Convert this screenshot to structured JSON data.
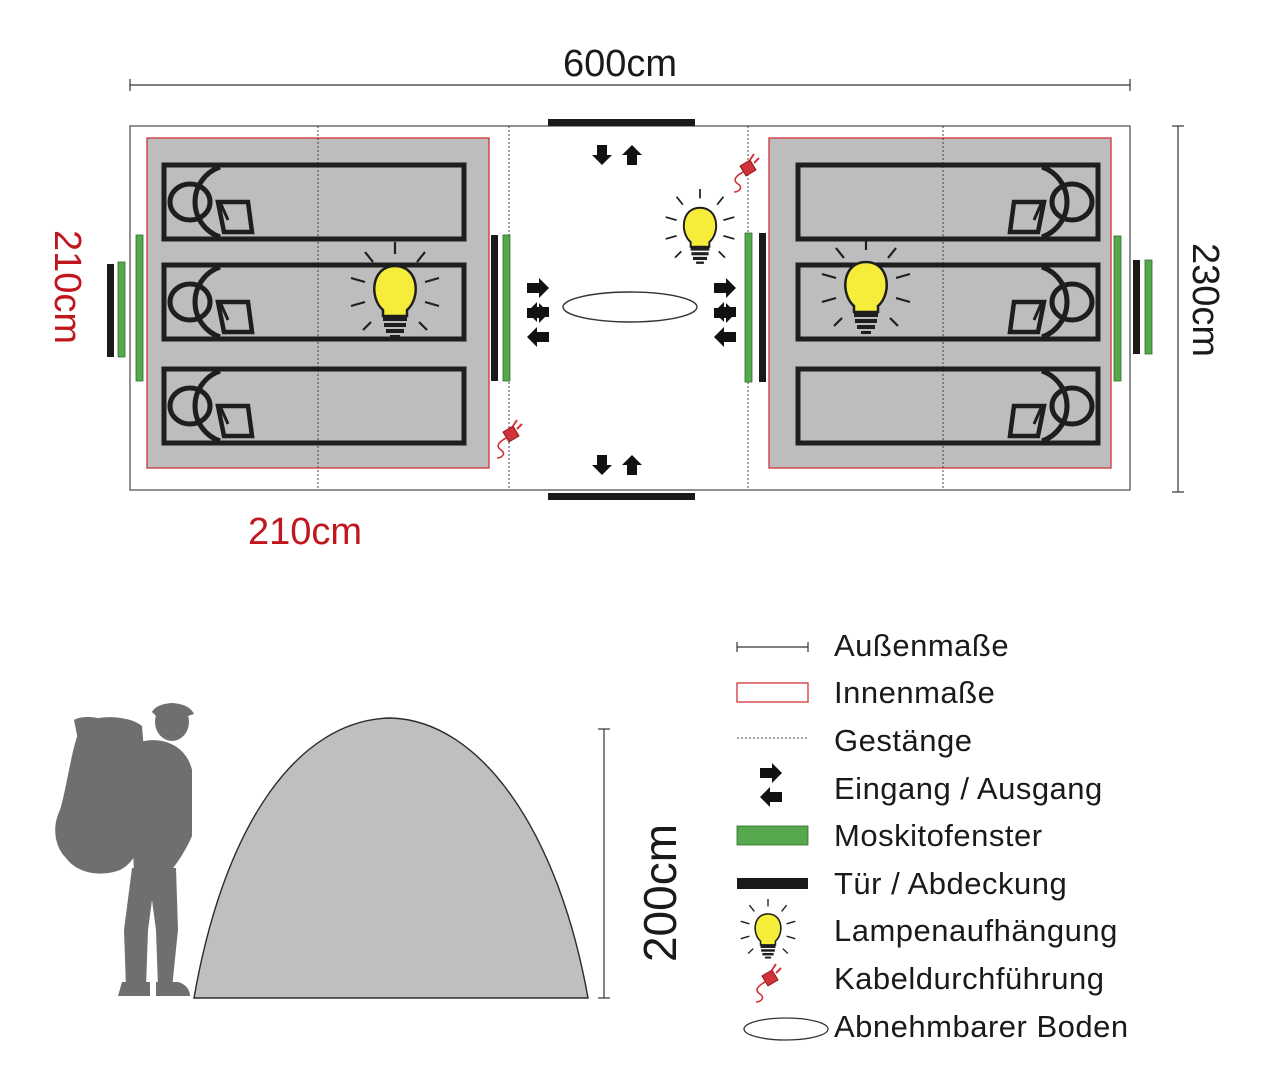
{
  "dimensions": {
    "total_length": "600cm",
    "total_width": "230cm",
    "cabin_depth": "210cm",
    "cabin_length": "210cm",
    "height": "200cm"
  },
  "legend": [
    {
      "icon": "dimension-line-icon",
      "label": "Außenmaße"
    },
    {
      "icon": "red-rectangle-icon",
      "label": "Innenmaße"
    },
    {
      "icon": "dotted-line-icon",
      "label": "Gestänge"
    },
    {
      "icon": "entrance-arrows-icon",
      "label": "Eingang / Ausgang"
    },
    {
      "icon": "green-bar-icon",
      "label": "Moskitofenster"
    },
    {
      "icon": "black-bar-icon",
      "label": "Tür / Abdeckung"
    },
    {
      "icon": "lightbulb-icon",
      "label": "Lampenaufhängung"
    },
    {
      "icon": "cable-plug-icon",
      "label": "Kabeldurchführung"
    },
    {
      "icon": "ellipse-icon",
      "label": "Abnehmbarer Boden"
    }
  ],
  "colors": {
    "cabin_fill": "#bdbdbd",
    "inner_border": "#d0343a",
    "mosquito": "#55a84d",
    "door": "#1a1a1a",
    "bulb": "#f6ec3a",
    "silhouette": "#6f6f6f",
    "dome_fill": "#bfbfbf",
    "dimension_red": "#c0161e"
  }
}
